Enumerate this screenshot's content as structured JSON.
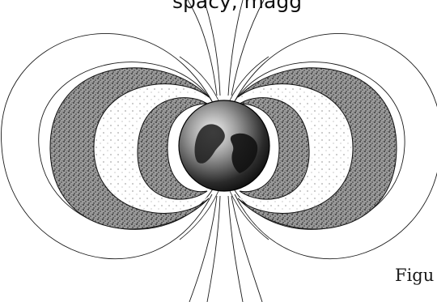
{
  "diagram": {
    "top_text": "spacy, magg",
    "figure_label": "Figu"
  },
  "elements": {
    "earth": "earth-globe",
    "inner_belt": "inner-radiation-belt",
    "outer_belt": "outer-radiation-belt",
    "field_lines": "magnetic-field-lines"
  },
  "colors": {
    "ink": "#111111",
    "belt_fill": "#8a8a8a",
    "background": "#ffffff"
  }
}
